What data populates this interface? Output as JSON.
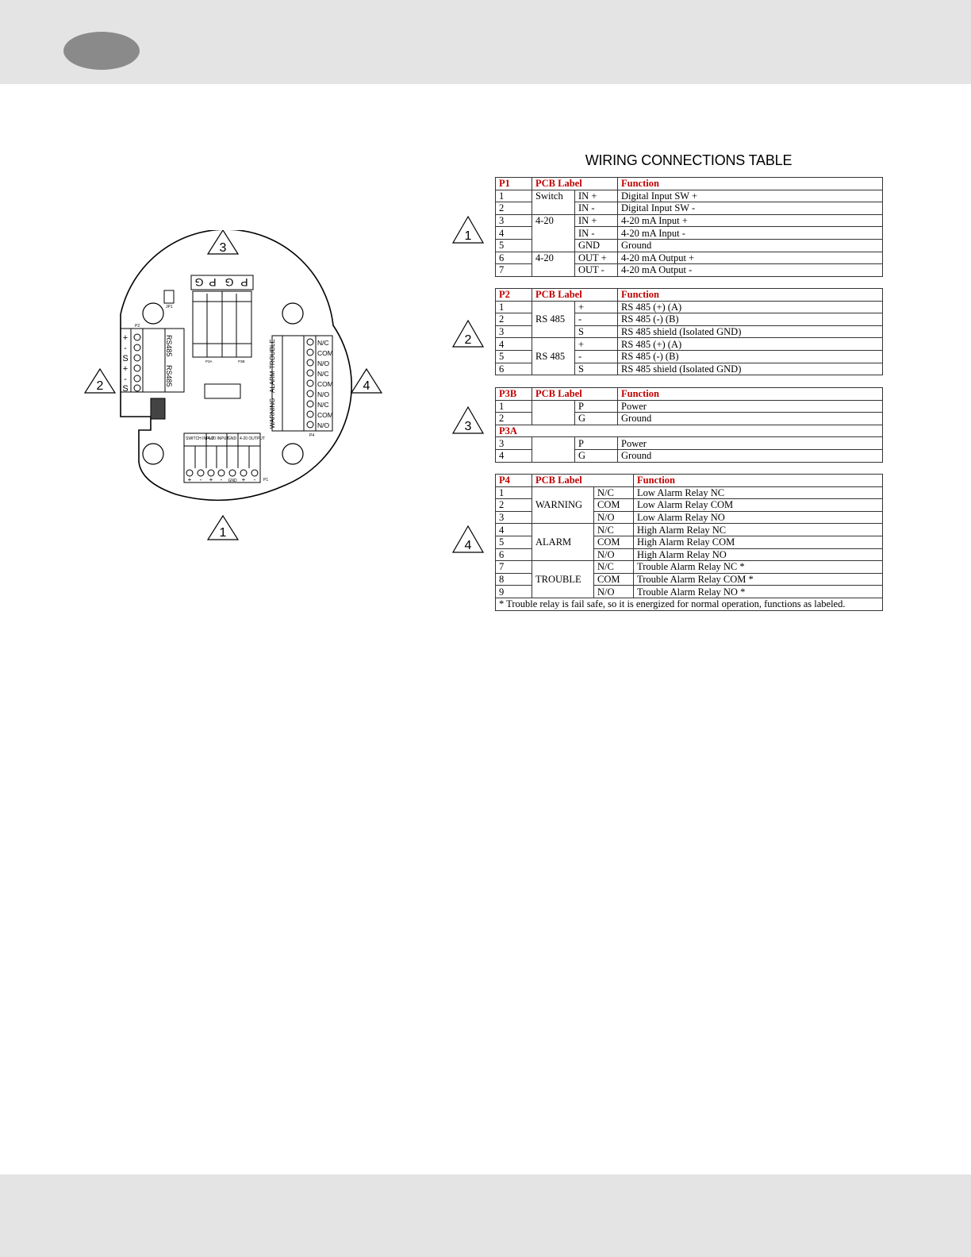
{
  "table_title": "WIRING CONNECTIONS TABLE",
  "markers": [
    "1",
    "2",
    "3",
    "4"
  ],
  "diagram": {
    "p3_labels": [
      "G",
      "P",
      "G",
      "P"
    ],
    "p3_names": [
      "P3A",
      "P3B"
    ],
    "p2_signs": [
      "+",
      "-",
      "S",
      "+",
      "-",
      "S"
    ],
    "p2_labels": [
      "RS485",
      "RS485"
    ],
    "p2_name": "P2",
    "jp1_label": "JP1",
    "relay_labels": [
      "N/C",
      "COM",
      "N/O",
      "N/C",
      "COM",
      "N/O",
      "N/C",
      "COM",
      "N/O"
    ],
    "relay_groups": [
      "WARNING",
      "ALARM",
      "TROUBLE"
    ],
    "p4_name": "P4",
    "p1_groups": [
      "SWITCH INPUT",
      "4-20 INPUT",
      "GND",
      "4-20 OUTPUT"
    ],
    "p1_signs": [
      "+",
      "-",
      "+",
      "-",
      "GND",
      "+",
      "-"
    ],
    "p1_name": "P1"
  },
  "p1": {
    "headers": [
      "P1",
      "PCB Label",
      "Function"
    ],
    "rows": [
      {
        "pin": "1",
        "group": "Switch",
        "label": "IN +",
        "function": "Digital Input SW +"
      },
      {
        "pin": "2",
        "group": "",
        "label": "IN -",
        "function": "Digital Input SW -"
      },
      {
        "pin": "3",
        "group": "4-20",
        "label": "IN +",
        "function": "4-20 mA Input +"
      },
      {
        "pin": "4",
        "group": "",
        "label": "IN -",
        "function": "4-20 mA  Input -"
      },
      {
        "pin": "5",
        "group": "",
        "label": "GND",
        "function": "Ground"
      },
      {
        "pin": "6",
        "group": "4-20",
        "label": "OUT +",
        "function": "4-20 mA Output +"
      },
      {
        "pin": "7",
        "group": "",
        "label": "OUT -",
        "function": "4-20 mA Output -"
      }
    ]
  },
  "p2": {
    "headers": [
      "P2",
      "PCB Label",
      "Function"
    ],
    "rows": [
      {
        "pin": "1",
        "group": "",
        "label": "+",
        "function": "RS 485 (+) (A)"
      },
      {
        "pin": "2",
        "group": "RS 485",
        "label": "-",
        "function": "RS 485 (-)  (B)"
      },
      {
        "pin": "3",
        "group": "",
        "label": "S",
        "function": "RS 485  shield (Isolated GND)"
      },
      {
        "pin": "4",
        "group": "",
        "label": "+",
        "function": "RS 485 (+) (A)"
      },
      {
        "pin": "5",
        "group": "RS 485",
        "label": "-",
        "function": "RS 485 (-)  (B)"
      },
      {
        "pin": "6",
        "group": "",
        "label": "S",
        "function": "RS 485 shield  (Isolated GND)"
      }
    ]
  },
  "p3": {
    "headers": [
      "P3B",
      "PCB Label",
      "Function"
    ],
    "sub_header": "P3A",
    "rows_b": [
      {
        "pin": "1",
        "label": "P",
        "function": "Power"
      },
      {
        "pin": "2",
        "label": "G",
        "function": "Ground"
      }
    ],
    "rows_a": [
      {
        "pin": "3",
        "label": "P",
        "function": "Power"
      },
      {
        "pin": "4",
        "label": "G",
        "function": "Ground"
      }
    ]
  },
  "p4": {
    "headers": [
      "P4",
      "PCB Label",
      "Function"
    ],
    "rows": [
      {
        "pin": "1",
        "group": "",
        "label": "N/C",
        "function": "Low Alarm Relay NC"
      },
      {
        "pin": "2",
        "group": "WARNING",
        "label": "COM",
        "function": "Low Alarm Relay COM"
      },
      {
        "pin": "3",
        "group": "",
        "label": "N/O",
        "function": "Low Alarm Relay NO"
      },
      {
        "pin": "4",
        "group": "",
        "label": "N/C",
        "function": "High Alarm Relay NC"
      },
      {
        "pin": "5",
        "group": "ALARM",
        "label": "COM",
        "function": "High Alarm Relay COM"
      },
      {
        "pin": "6",
        "group": "",
        "label": "N/O",
        "function": "High Alarm Relay NO"
      },
      {
        "pin": "7",
        "group": "",
        "label": "N/C",
        "function": "Trouble Alarm Relay NC *"
      },
      {
        "pin": "8",
        "group": "TROUBLE",
        "label": "COM",
        "function": "Trouble Alarm Relay  COM *"
      },
      {
        "pin": "9",
        "group": "",
        "label": "N/O",
        "function": "Trouble Alarm Relay NO *"
      }
    ],
    "footnote": "* Trouble relay is fail safe, so it is energized for normal operation, functions as labeled."
  }
}
